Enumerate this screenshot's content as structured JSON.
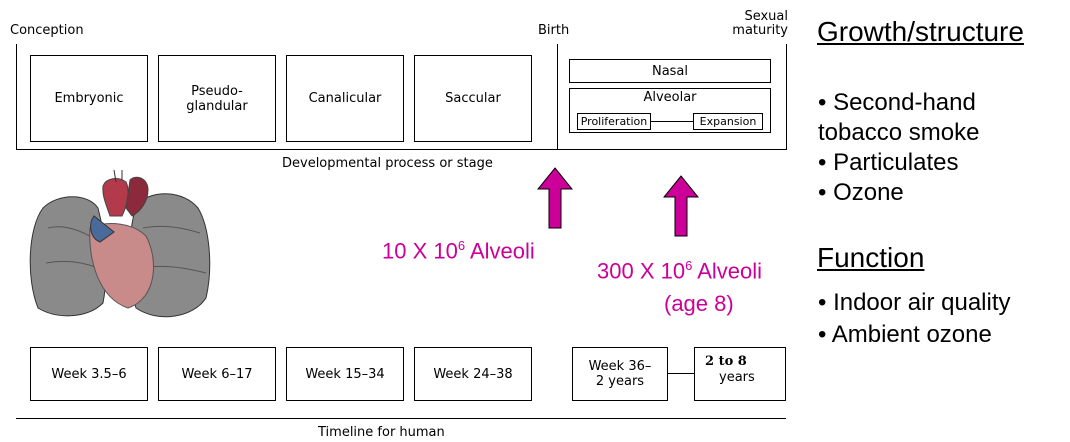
{
  "timeline_top": {
    "conception": "Conception",
    "birth": "Birth",
    "sexual_maturity": "Sexual\nmaturity",
    "stages": [
      "Embryonic",
      "Pseudo-\nglandular",
      "Canalicular",
      "Saccular"
    ],
    "nasal": "Nasal",
    "alveolar": "Alveolar",
    "proliferation": "Proliferation",
    "expansion": "Expansion",
    "caption": "Developmental process or stage"
  },
  "timeline_bottom": {
    "weeks": [
      "Week 3.5–6",
      "Week 6–17",
      "Week 15–34",
      "Week 24–38"
    ],
    "week_late": "Week 36–\n2 years",
    "years_bold": "2 to 8",
    "years_unit": "years",
    "caption": "Timeline for human"
  },
  "alveoli": {
    "birth_coef": "10 X 10",
    "birth_exp": "6",
    "birth_unit": " Alveoli",
    "age8_coef": "300 X 10",
    "age8_exp": "6",
    "age8_unit": " Alveoli",
    "age8_note": "(age 8)"
  },
  "growth": {
    "heading": "Growth/structure",
    "items": [
      "• Second-hand",
      "tobacco smoke",
      "• Particulates",
      "• Ozone"
    ]
  },
  "function": {
    "heading": "Function",
    "items": [
      "• Indoor air quality",
      "• Ambient ozone"
    ]
  },
  "colors": {
    "arrow": "#cc0099",
    "alveoli_text": "#cc0099"
  },
  "icons": {
    "lung": "lung-heart-illustration"
  }
}
